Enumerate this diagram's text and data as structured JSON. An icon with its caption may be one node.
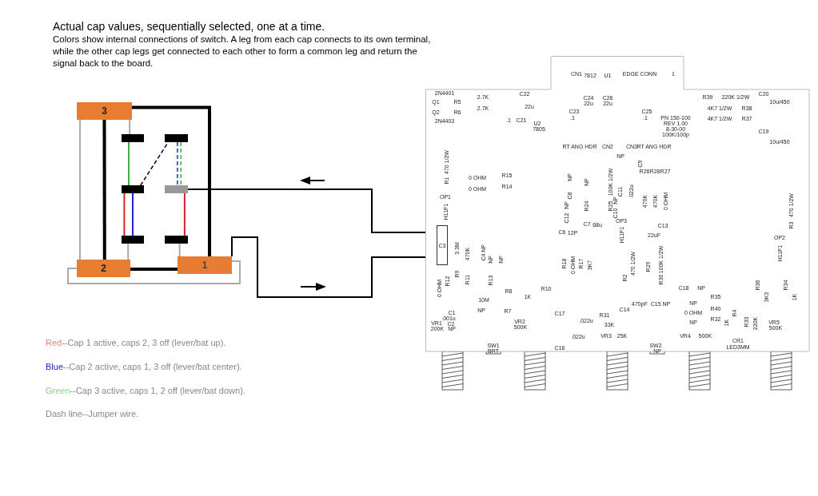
{
  "diagram": {
    "title": "Actual cap values, sequentially selected, one at a time.",
    "caption": "Colors show internal connections of switch. A leg from each cap connects to its own terminal, while the other cap legs get connected to each other to form a common leg and return the signal back to the board.",
    "nodes": [
      {
        "text": [
          "3"
        ]
      },
      {
        "text": [
          "2"
        ]
      },
      {
        "text": [
          "1"
        ]
      },
      {
        "text": [],
        "shape": "bar"
      },
      {
        "text": [],
        "shape": "bar"
      },
      {
        "text": [],
        "shape": "bar"
      },
      {
        "text": [],
        "shape": "bar"
      },
      {
        "text": [],
        "shape": "bar"
      },
      {
        "text": [],
        "shape": "bar"
      },
      {
        "text": [],
        "shape": "picture"
      },
      {
        "text": [
          "C3"
        ],
        "in": 9
      }
    ],
    "edges": [
      {
        "from": 0,
        "to": 1,
        "arrow": "none",
        "color": "#aaaaaa"
      },
      {
        "from": 0,
        "to": 1,
        "arrow": "none",
        "style": "thick"
      },
      {
        "from": 0,
        "to": 3,
        "arrow": "none",
        "color": "#aaaaaa"
      },
      {
        "from": 0,
        "to": 2,
        "arrow": "none",
        "style": "thick"
      },
      {
        "from": 1,
        "to": 7,
        "arrow": "none",
        "color": "#aaaaaa"
      },
      {
        "from": 1,
        "to": 2,
        "arrow": "none",
        "style": "thick"
      },
      {
        "from": 2,
        "to": 8,
        "arrow": "none",
        "color": "#aaaaaa"
      },
      {
        "from": 3,
        "to": 5,
        "arrow": "none",
        "color": "#3cb043"
      },
      {
        "from": 4,
        "to": 6,
        "arrow": "none",
        "style": "dashed",
        "color": "#2222dd"
      },
      {
        "from": 4,
        "to": 6,
        "arrow": "none",
        "style": "dashed",
        "color": "#3cb043"
      },
      {
        "from": 5,
        "to": 7,
        "arrow": "none",
        "color": "#dd2222"
      },
      {
        "from": 5,
        "to": 7,
        "arrow": "none",
        "color": "#2222dd"
      },
      {
        "from": 6,
        "to": 8,
        "arrow": "none",
        "color": "#dd2222"
      },
      {
        "from": 5,
        "to": 4,
        "arrow": "none",
        "style": "dashed"
      },
      {
        "from": 6,
        "to": 10,
        "arrow": "none"
      },
      {
        "from": 2,
        "to": 10,
        "arrow": "none"
      },
      {
        "from": 1,
        "to": 2,
        "arrow": "none",
        "color": "#aaaaaa"
      }
    ],
    "labels": [
      "CN1",
      "7812",
      "U1",
      "EDGE CONN",
      "1",
      "2N4401",
      "Q1",
      "R5",
      "2.7K",
      "Q2",
      "R6",
      "2.7K",
      "2N4403",
      "C22",
      "22u",
      ".1",
      "C21",
      "U2",
      "7805",
      "C23",
      ".1",
      "C24",
      "22u",
      "C26",
      "22u",
      "C25",
      ".1",
      "PN 150-100",
      "REV 1.00",
      "8-30-00",
      "100K/100p",
      "R39",
      "220K 1/2W",
      "4K7 1/2W",
      "R38",
      "4K7 1/2W",
      "R37",
      "C20",
      "10u/450",
      "C19",
      "10u/450",
      "RT ANG HDR",
      "CN2",
      "CN3",
      "RT ANG HDR",
      "470 1/2W",
      "R1",
      "R15",
      "0 OHM",
      "R14",
      "0 OHM",
      "NP",
      "C8",
      "NP",
      "R24",
      "100K 1/2W",
      "R25",
      "NP",
      "C11",
      "C9",
      ".022u",
      "R26",
      "R28",
      "R27",
      "470K",
      "470K",
      "0 OHM",
      "470 1/2W",
      "R3",
      "OP1",
      "H11F1",
      "NP",
      "C12",
      "NP",
      "C10",
      "C6",
      "12P",
      "C7",
      "68u",
      "OP3",
      "H11F1",
      "C13",
      "22uF",
      "3.3M",
      "R9",
      "470K",
      "R11",
      "NP",
      "C4",
      "NP",
      "R13",
      "NP",
      "0 OHM",
      "R12",
      "R18",
      "0 OHM",
      "R17",
      "3K7",
      "R2",
      "470 1/2W",
      "R29",
      "100K 1/2W",
      "R30",
      "OP2",
      "H11F1",
      "R36",
      "3K3",
      "R34",
      "1K",
      "R8",
      "10M",
      "NP",
      "R7",
      "R10",
      "1K",
      "C18",
      "NP",
      "R35",
      "NP",
      "0 OHM",
      "R40",
      "NP",
      "R32",
      "1K",
      "R4",
      "R33",
      "220K",
      "C14",
      "470pF",
      "C15 NP",
      "C1",
      ".001u",
      "C2",
      "NP",
      "VR1",
      "200K",
      "SW1",
      "BRT",
      "VR2",
      "500K",
      "C17",
      ".022u",
      ".022u",
      "C16",
      "R31",
      "33K",
      "VR3",
      "25K",
      "SW2",
      "NP",
      "VR4",
      "500K",
      "CR1",
      "LED3MM",
      "VR5",
      "500K"
    ],
    "legend": [
      {
        "text": "Red--Cap 1 active, caps 2, 3 off (lever/bat up).",
        "color": "#f08080"
      },
      {
        "text": "Blue--Cap 2 active, caps 1, 3 off (lever/bat center).",
        "color": "#2222cc"
      },
      {
        "text": "Green--Cap 3 active, caps 1, 2 off (lever/bat down).",
        "color": "#8fd08f"
      },
      {
        "text": "Dash line--Jumper wire."
      }
    ]
  }
}
